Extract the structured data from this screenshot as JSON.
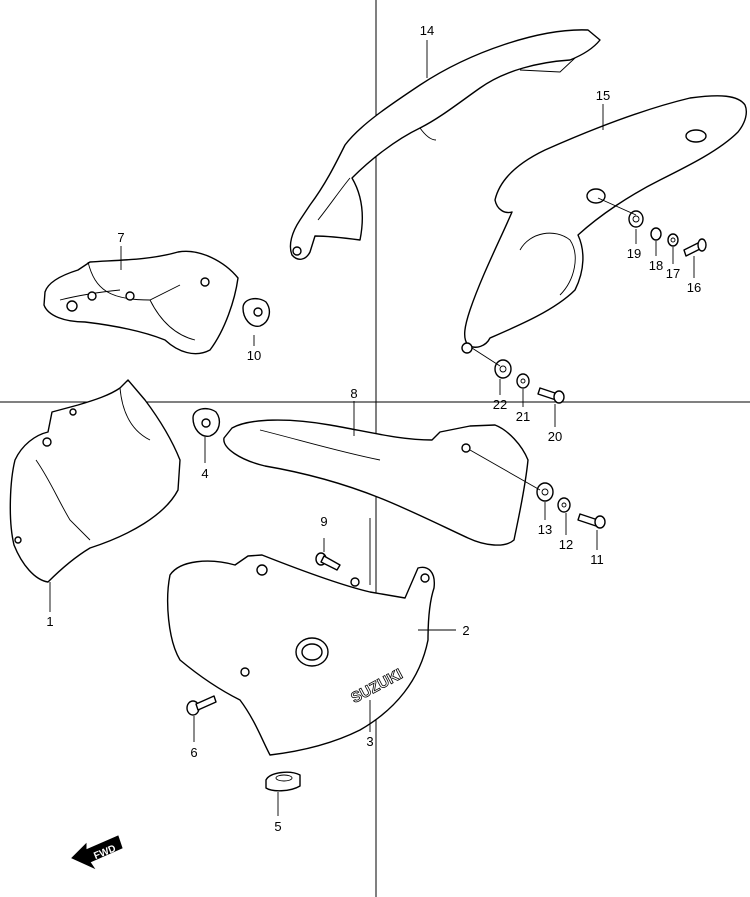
{
  "diagram": {
    "brand_text": "SUZUKI",
    "fwd_label": "FWD",
    "line_color": "#000000",
    "background": "#ffffff",
    "callouts": [
      {
        "id": "1",
        "label": "1",
        "part": "frame-cover-front"
      },
      {
        "id": "2",
        "label": "2",
        "part": "frame-cover-left"
      },
      {
        "id": "3",
        "label": "3",
        "part": "emblem"
      },
      {
        "id": "4",
        "label": "4",
        "part": "cushion"
      },
      {
        "id": "5",
        "label": "5",
        "part": "cushion"
      },
      {
        "id": "6",
        "label": "6",
        "part": "screw"
      },
      {
        "id": "7",
        "label": "7",
        "part": "bracket"
      },
      {
        "id": "8",
        "label": "8",
        "part": "frame-cover-right"
      },
      {
        "id": "9",
        "label": "9",
        "part": "screw"
      },
      {
        "id": "10",
        "label": "10",
        "part": "cushion"
      },
      {
        "id": "11",
        "label": "11",
        "part": "screw"
      },
      {
        "id": "12",
        "label": "12",
        "part": "washer"
      },
      {
        "id": "13",
        "label": "13",
        "part": "cushion"
      },
      {
        "id": "14",
        "label": "14",
        "part": "rear-cover-left"
      },
      {
        "id": "15",
        "label": "15",
        "part": "rear-cover-right"
      },
      {
        "id": "16",
        "label": "16",
        "part": "screw"
      },
      {
        "id": "17",
        "label": "17",
        "part": "washer"
      },
      {
        "id": "18",
        "label": "18",
        "part": "spacer"
      },
      {
        "id": "19",
        "label": "19",
        "part": "cushion"
      },
      {
        "id": "20",
        "label": "20",
        "part": "screw"
      },
      {
        "id": "21",
        "label": "21",
        "part": "washer"
      },
      {
        "id": "22",
        "label": "22",
        "part": "cushion"
      }
    ]
  }
}
